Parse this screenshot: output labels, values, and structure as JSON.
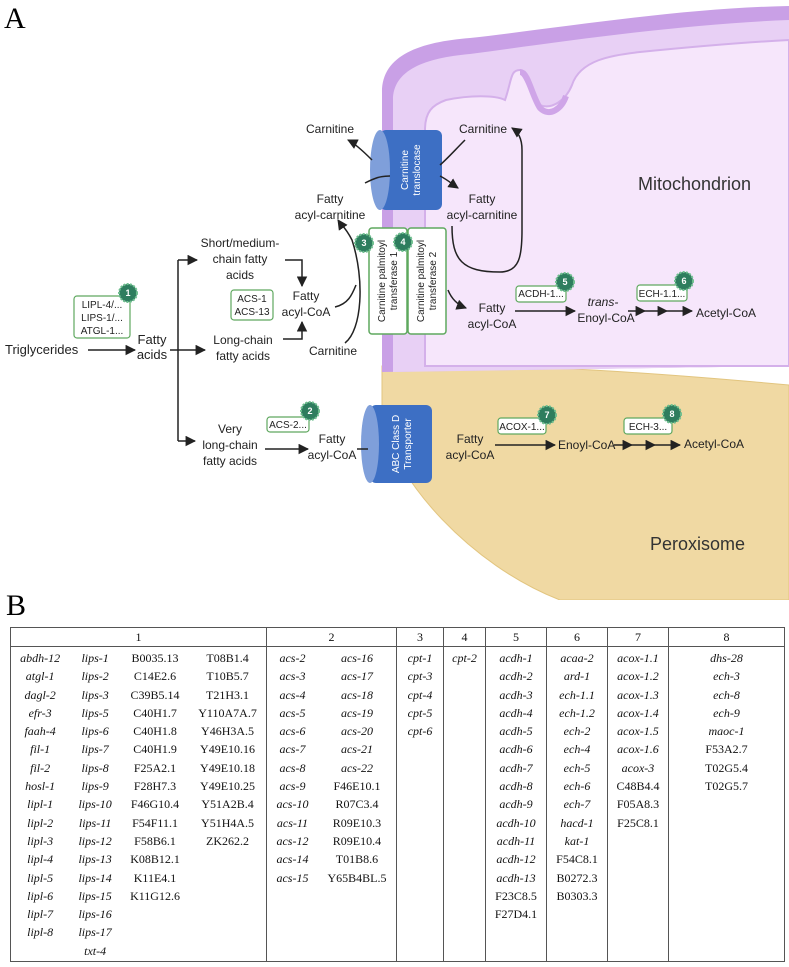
{
  "panel_a": {
    "label": "A",
    "compartments": {
      "mitochondrion": "Mitochondrion",
      "peroxisome": "Peroxisome"
    },
    "transporters": {
      "carnitine_translocase": "Carnitine translocase",
      "cpt1": "Carnitine palmitoyl transferase 1",
      "cpt2": "Carnitine palmitoyl transferase 2",
      "abc": "ABC Class D Transporter"
    },
    "nodes": {
      "triglycerides": "Triglycerides",
      "fatty_acids": [
        "Fatty",
        "acids"
      ],
      "short_medium": [
        "Short/medium-",
        "chain fatty",
        "acids"
      ],
      "long_chain": [
        "Long-chain",
        "fatty acids"
      ],
      "very_long": [
        "Very",
        "long-chain",
        "fatty acids"
      ],
      "fatty_acylcoa_cyto": [
        "Fatty",
        "acyl-CoA"
      ],
      "fatty_acylcarnitine_out": [
        "Fatty",
        "acyl-carnitine"
      ],
      "fatty_acylcarnitine_in": [
        "Fatty",
        "acyl-carnitine"
      ],
      "carnitine_top_left": "Carnitine",
      "carnitine_top_right": "Carnitine",
      "carnitine_bottom": "Carnitine",
      "fatty_acylcoa_mito": [
        "Fatty",
        "acyl-CoA"
      ],
      "trans_enoyl": [
        "trans-",
        "Enoyl-CoA"
      ],
      "acetyl_mito": "Acetyl-CoA",
      "fatty_acylcoa_vlc": [
        "Fatty",
        "acyl-CoA"
      ],
      "fatty_acylcoa_perox": [
        "Fatty",
        "acyl-CoA"
      ],
      "enoyl_perox": "Enoyl-CoA",
      "acetyl_perox": "Acetyl-CoA"
    },
    "enzyme_boxes": {
      "lipases": [
        "LIPL-4/...",
        "LIPS-1/...",
        "ATGL-1..."
      ],
      "acs": [
        "ACS-1",
        "ACS-13"
      ],
      "acs2": "ACS-2...",
      "acdh": "ACDH-1...",
      "ech_mito": "ECH-1.1...",
      "acox": "ACOX-1...",
      "ech_perox": "ECH-3..."
    },
    "badges": [
      "1",
      "2",
      "3",
      "4",
      "5",
      "6",
      "7",
      "8"
    ],
    "colors": {
      "badge": "#2e7d5e",
      "enzyme_border": "#4caf50",
      "membrane": "#b07fdb",
      "mito_fill": "#f6e6fb",
      "perox_fill": "#f0d9a3",
      "transporter": "#3d6fc4"
    }
  },
  "panel_b": {
    "label": "B",
    "headers": [
      "1",
      "2",
      "3",
      "4",
      "5",
      "6",
      "7",
      "8"
    ],
    "columns": [
      [
        [
          "abdh-12",
          "atgl-1",
          "dagl-2",
          "efr-3",
          "faah-4",
          "fil-1",
          "fil-2",
          "hosl-1",
          "lipl-1",
          "lipl-2",
          "lipl-3",
          "lipl-4",
          "lipl-5",
          "lipl-6",
          "lipl-7",
          "lipl-8"
        ],
        [
          "lips-1",
          "lips-2",
          "lips-3",
          "lips-5",
          "lips-6",
          "lips-7",
          "lips-8",
          "lips-9",
          "lips-10",
          "lips-11",
          "lips-12",
          "lips-13",
          "lips-14",
          "lips-15",
          "lips-16",
          "lips-17",
          "txt-4"
        ],
        [
          "B0035.13",
          "C14E2.6",
          "C39B5.14",
          "C40H1.7",
          "C40H1.8",
          "C40H1.9",
          "F25A2.1",
          "F28H7.3",
          "F46G10.4",
          "F54F11.1",
          "F58B6.1",
          "K08B12.1",
          "K11E4.1",
          "K11G12.6"
        ],
        [
          "T08B1.4",
          "T10B5.7",
          "T21H3.1",
          "Y110A7A.7",
          "Y46H3A.5",
          "Y49E10.16",
          "Y49E10.18",
          "Y49E10.25",
          "Y51A2B.4",
          "Y51H4A.5",
          "ZK262.2"
        ]
      ],
      [
        [
          "acs-2",
          "acs-3",
          "acs-4",
          "acs-5",
          "acs-6",
          "acs-7",
          "acs-8",
          "acs-9",
          "acs-10",
          "acs-11",
          "acs-12",
          "acs-14",
          "acs-15"
        ],
        [
          "acs-16",
          "acs-17",
          "acs-18",
          "acs-19",
          "acs-20",
          "acs-21",
          "acs-22",
          "F46E10.1",
          "R07C3.4",
          "R09E10.3",
          "R09E10.4",
          "T01B8.6",
          "Y65B4BL.5"
        ]
      ],
      [
        [
          "cpt-1",
          "cpt-3",
          "cpt-4",
          "cpt-5",
          "cpt-6"
        ]
      ],
      [
        [
          "cpt-2"
        ]
      ],
      [
        [
          "acdh-1",
          "acdh-2",
          "acdh-3",
          "acdh-4",
          "acdh-5",
          "acdh-6",
          "acdh-7",
          "acdh-8",
          "acdh-9",
          "acdh-10",
          "acdh-11",
          "acdh-12",
          "acdh-13",
          "F23C8.5",
          "F27D4.1"
        ]
      ],
      [
        [
          "acaa-2",
          "ard-1",
          "ech-1.1",
          "ech-1.2",
          "ech-2",
          "ech-4",
          "ech-5",
          "ech-6",
          "ech-7",
          "hacd-1",
          "kat-1",
          "F54C8.1",
          "B0272.3",
          "B0303.3"
        ]
      ],
      [
        [
          "acox-1.1",
          "acox-1.2",
          "acox-1.3",
          "acox-1.4",
          "acox-1.5",
          "acox-1.6",
          "acox-3",
          "C48B4.4",
          "F05A8.3",
          "F25C8.1"
        ]
      ],
      [
        [
          "dhs-28",
          "ech-3",
          "ech-8",
          "ech-9",
          "maoc-1",
          "F53A2.7",
          "T02G5.4",
          "T02G5.7"
        ]
      ]
    ]
  }
}
